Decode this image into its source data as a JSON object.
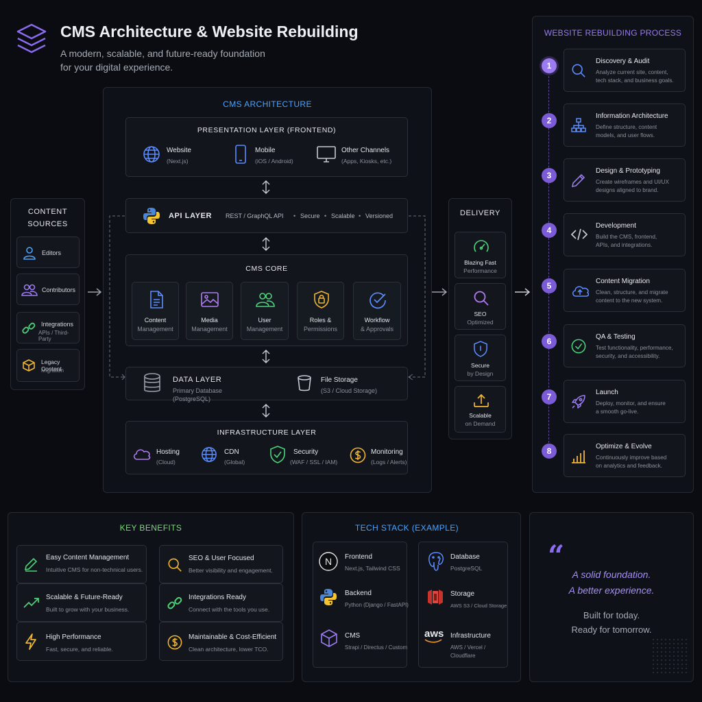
{
  "header": {
    "title": "CMS Architecture & Website Rebuilding",
    "subtitle_l1": "A modern, scalable, and future-ready foundation",
    "subtitle_l2": "for your digital experience."
  },
  "content_sources": {
    "heading_l1": "CONTENT",
    "heading_l2": "SOURCES",
    "items": [
      {
        "label": "Editors",
        "sub": ""
      },
      {
        "label": "Contributors",
        "sub": ""
      },
      {
        "label": "Integrations",
        "sub": "APIs / Third-Party"
      },
      {
        "label": "Legacy Content",
        "sub": "Migration"
      }
    ]
  },
  "architecture": {
    "heading": "CMS ARCHITECTURE",
    "presentation": {
      "heading": "PRESENTATION LAYER (FRONTEND)",
      "items": [
        {
          "label": "Website",
          "sub": "(Next.js)"
        },
        {
          "label": "Mobile",
          "sub": "(iOS / Android)"
        },
        {
          "label": "Other Channels",
          "sub": "(Apps, Kiosks, etc.)"
        }
      ]
    },
    "api": {
      "heading": "API LAYER",
      "detail": "REST / GraphQL API",
      "tags": [
        "Secure",
        "Scalable",
        "Versioned"
      ]
    },
    "core": {
      "heading": "CMS CORE",
      "items": [
        {
          "l1": "Content",
          "l2": "Management"
        },
        {
          "l1": "Media",
          "l2": "Management"
        },
        {
          "l1": "User",
          "l2": "Management"
        },
        {
          "l1": "Roles &",
          "l2": "Permissions"
        },
        {
          "l1": "Workflow",
          "l2": "& Approvals"
        }
      ]
    },
    "data": {
      "heading": "DATA LAYER",
      "db_l1": "Primary Database",
      "db_l2": "(PostgreSQL)",
      "storage": "File Storage",
      "storage_sub": "(S3 / Cloud Storage)"
    },
    "infra": {
      "heading": "INFRASTRUCTURE LAYER",
      "items": [
        {
          "label": "Hosting",
          "sub": "(Cloud)"
        },
        {
          "label": "CDN",
          "sub": "(Global)"
        },
        {
          "label": "Security",
          "sub": "(WAF / SSL / IAM)"
        },
        {
          "label": "Monitoring",
          "sub": "(Logs / Alerts)"
        }
      ]
    }
  },
  "delivery": {
    "heading": "DELIVERY",
    "items": [
      {
        "l1": "Blazing Fast",
        "l2": "Performance"
      },
      {
        "l1": "SEO",
        "l2": "Optimized"
      },
      {
        "l1": "Secure",
        "l2": "by Design"
      },
      {
        "l1": "Scalable",
        "l2": "on Demand"
      }
    ]
  },
  "process": {
    "heading": "WEBSITE REBUILDING PROCESS",
    "steps": [
      {
        "num": "1",
        "title": "Discovery & Audit",
        "l1": "Analyze current site, content,",
        "l2": "tech stack, and business goals."
      },
      {
        "num": "2",
        "title": "Information Architecture",
        "l1": "Define structure, content",
        "l2": "models, and user flows."
      },
      {
        "num": "3",
        "title": "Design & Prototyping",
        "l1": "Create wireframes and UI/UX",
        "l2": "designs aligned to brand."
      },
      {
        "num": "4",
        "title": "Development",
        "l1": "Build the CMS, frontend,",
        "l2": "APIs, and integrations."
      },
      {
        "num": "5",
        "title": "Content Migration",
        "l1": "Clean, structure, and migrate",
        "l2": "content to the new system."
      },
      {
        "num": "6",
        "title": "QA & Testing",
        "l1": "Test functionality, performance,",
        "l2": "security, and accessibility."
      },
      {
        "num": "7",
        "title": "Launch",
        "l1": "Deploy, monitor, and ensure",
        "l2": "a smooth go-live."
      },
      {
        "num": "8",
        "title": "Optimize & Evolve",
        "l1": "Continuously improve based",
        "l2": "on analytics and feedback."
      }
    ]
  },
  "benefits": {
    "heading": "KEY BENEFITS",
    "items": [
      {
        "title": "Easy Content Management",
        "sub": "Intuitive CMS for non-technical users."
      },
      {
        "title": "SEO & User Focused",
        "sub": "Better visibility and engagement."
      },
      {
        "title": "Scalable & Future-Ready",
        "sub": "Built to grow with your business."
      },
      {
        "title": "Integrations Ready",
        "sub": "Connect with the tools you use."
      },
      {
        "title": "High Performance",
        "sub": "Fast, secure, and reliable."
      },
      {
        "title": "Maintainable & Cost-Efficient",
        "sub": "Clean architecture, lower TCO."
      }
    ]
  },
  "tech": {
    "heading": "TECH STACK (EXAMPLE)",
    "items": [
      {
        "title": "Frontend",
        "sub": "Next.js, Tailwind CSS",
        "sub2": "",
        "glyph": "N"
      },
      {
        "title": "Database",
        "sub": "PostgreSQL",
        "sub2": "",
        "glyph": ""
      },
      {
        "title": "Backend",
        "sub": "Python (Django / FastAPI)",
        "sub2": "",
        "glyph": ""
      },
      {
        "title": "Storage",
        "sub": "AWS S3 / Cloud Storage",
        "sub2": "",
        "glyph": ""
      },
      {
        "title": "CMS",
        "sub": "Strapi / Directus / Custom",
        "sub2": "",
        "glyph": ""
      },
      {
        "title": "Infrastructure",
        "sub": "AWS / Vercel /",
        "sub2": "Cloudflare",
        "glyph": "aws"
      }
    ]
  },
  "quote": {
    "mark": "“",
    "l1": "A solid foundation.",
    "l2": "A better experience.",
    "l3": "Built for today.",
    "l4": "Ready for tomorrow."
  },
  "colors": {
    "accent_purple": "#8b6cf0",
    "accent_blue": "#4aa3ff",
    "accent_green": "#4cd47a",
    "icon_yellow": "#f2b632"
  }
}
